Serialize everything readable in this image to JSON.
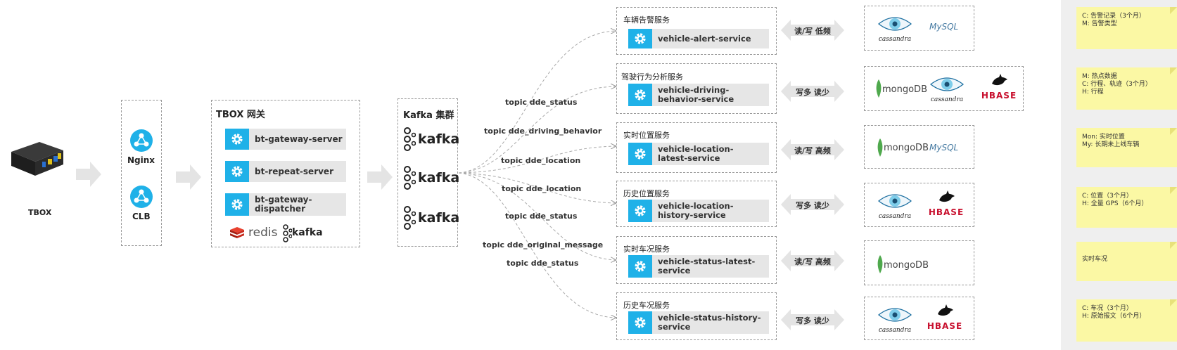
{
  "tbox": {
    "label": "TBOX"
  },
  "lb": {
    "nginx": "Nginx",
    "clb": "CLB"
  },
  "gateway": {
    "title": "TBOX 网关",
    "services": [
      "bt-gateway-server",
      "bt-repeat-server",
      "bt-gateway-dispatcher"
    ],
    "logos": {
      "redis": "redis",
      "kafka": "kafka"
    }
  },
  "kafka_cluster": {
    "title": "Kafka 集群",
    "logo_text": "kafka"
  },
  "topics": [
    "topic dde_status",
    "topic dde_driving_behavior",
    "topic dde_location",
    "topic dde_location",
    "topic dde_status",
    "topic dde_original_message",
    "topic dde_status"
  ],
  "services": [
    {
      "title": "车辆告警服务",
      "name": "vehicle-alert-service",
      "rw": "读/写 低频",
      "stores": [
        "cassandra",
        "MySQL"
      ]
    },
    {
      "title": "驾驶行为分析服务",
      "name": "vehicle-driving-behavior-service",
      "rw": "写多 读少",
      "stores": [
        "mongoDB",
        "cassandra",
        "HBASE"
      ]
    },
    {
      "title": "实时位置服务",
      "name": "vehicle-location-latest-service",
      "rw": "读/写 高频",
      "stores": [
        "mongoDB",
        "MySQL"
      ]
    },
    {
      "title": "历史位置服务",
      "name": "vehicle-location-history-service",
      "rw": "写多 读少",
      "stores": [
        "cassandra",
        "HBASE"
      ]
    },
    {
      "title": "实时车况服务",
      "name": "vehicle-status-latest-service",
      "rw": "读/写 高频",
      "stores": [
        "mongoDB"
      ]
    },
    {
      "title": "历史车况服务",
      "name": "vehicle-status-history-service",
      "rw": "写多 读少",
      "stores": [
        "cassandra",
        "HBASE"
      ]
    }
  ],
  "notes": [
    [
      "C: 告警记录（3个月）",
      "M: 告警类型"
    ],
    [
      "M: 热点数据",
      "C: 行程、轨迹（3个月）",
      "H: 行程"
    ],
    [
      "Mon: 实时位置",
      "My: 长期未上线车辆"
    ],
    [
      "C: 位置（3个月）",
      "H: 全量 GPS（6个月）"
    ],
    [
      "实时车况"
    ],
    [
      "C: 车况（3个月）",
      "H: 原始报文（6个月）"
    ]
  ],
  "colors": {
    "accent": "#1fb1e8",
    "note": "#fbf8a4",
    "redis": "#d82c20",
    "hbase": "#c8102e"
  }
}
